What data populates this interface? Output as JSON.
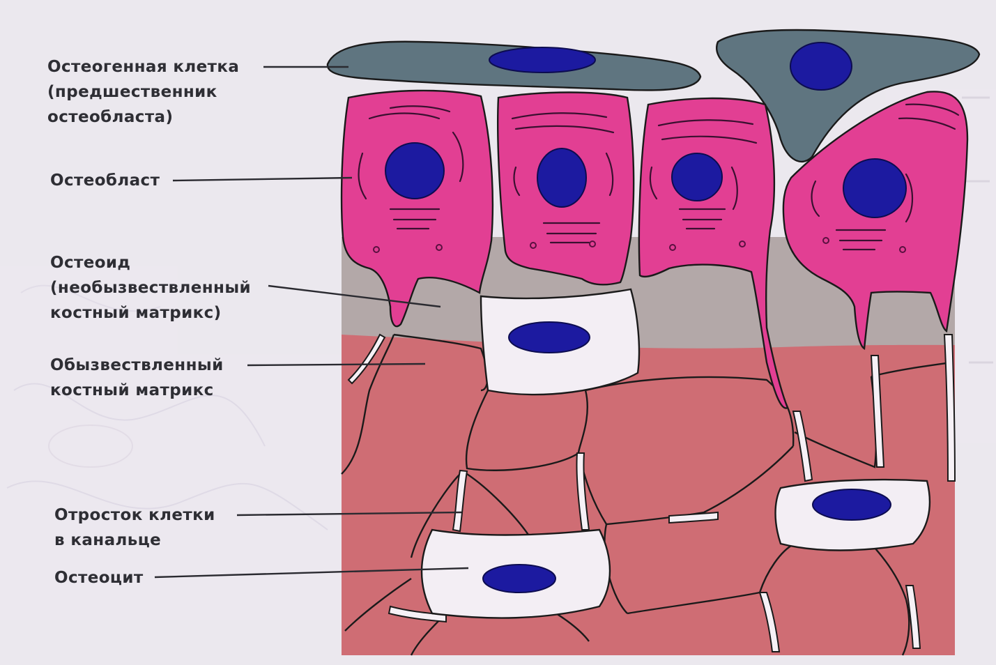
{
  "labels": {
    "osteogenic_cell": [
      "Остеогенная клетка",
      "(предшественник",
      "остеобласта)"
    ],
    "osteoblast": [
      "Остеобласт"
    ],
    "osteoid": [
      "Остеоид",
      "(необызвествленный",
      "костный матрикс)"
    ],
    "calcified_matrix": [
      "Обызвествленный",
      "костный матрикс"
    ],
    "cell_process": [
      "Отросток клетки",
      "в канальце"
    ],
    "osteocyte": [
      "Остеоцит"
    ]
  },
  "colors": {
    "background": "#ece8ef",
    "osteogenic_cell": "#5f7580",
    "osteoblast": "#e23f93",
    "osteoid": "#b3a8a8",
    "calcified_matrix": "#cf6d74",
    "lacuna": "#f3eef4",
    "nucleus": "#1c1aa0"
  }
}
